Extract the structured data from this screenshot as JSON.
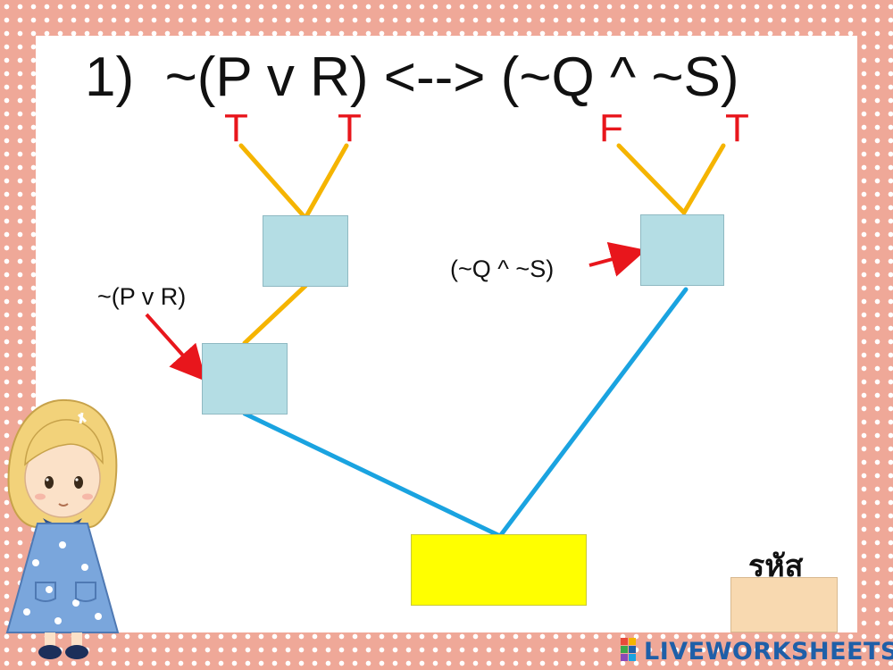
{
  "title": "1)  ~(P v R) <--> (~Q ^ ~S)",
  "truth_values": {
    "p": "T",
    "r": "T",
    "q": "F",
    "s": "T"
  },
  "labels": {
    "not_p_or_r": "~(P v R)",
    "not_q_and_not_s": "(~Q ^ ~S)"
  },
  "code_label": "รหัส",
  "brand": "LIVEWORKSHEETS",
  "colors": {
    "truth": "#e8161c",
    "branch_upper": "#f5b400",
    "branch_lower": "#1aa3e0",
    "arrow": "#e8161c",
    "answer_box": "#ffff00",
    "input_box": "#b4dde4",
    "code_box": "#f8d9b0"
  }
}
